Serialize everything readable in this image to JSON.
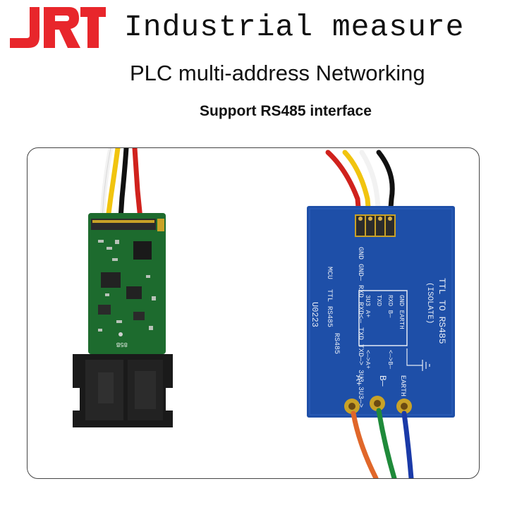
{
  "header": {
    "logo_text": "JRT",
    "title": "Industrial measure",
    "subtitle": "PLC multi-address Networking",
    "tagline": "Support RS485 interface"
  },
  "board": {
    "header_pins": "GND GND— RXD RXD<— TXD TXD—> 3U3 3U3—>",
    "title": "TTL TO RS485",
    "title_note": "(ISOLATE)",
    "mcu_label": "MCU",
    "ttl_label": "TTL RS485",
    "rs485_label": "RS485",
    "model": "U0223",
    "col_gnd": "GND EARTH",
    "col_rxd": "RXD B—",
    "col_txd": "TXD",
    "col_3u3": "3U3 A+",
    "arrow_a": "<—>A+",
    "arrow_b": "<—>B—",
    "terminal_a": "A+",
    "terminal_b": "B—",
    "terminal_earth": "EARTH"
  },
  "module": {
    "label": "85B"
  },
  "colors": {
    "logo_red": "#e8262b",
    "board_blue": "#1e4fa8",
    "pcb_green": "#1d6b2e"
  }
}
